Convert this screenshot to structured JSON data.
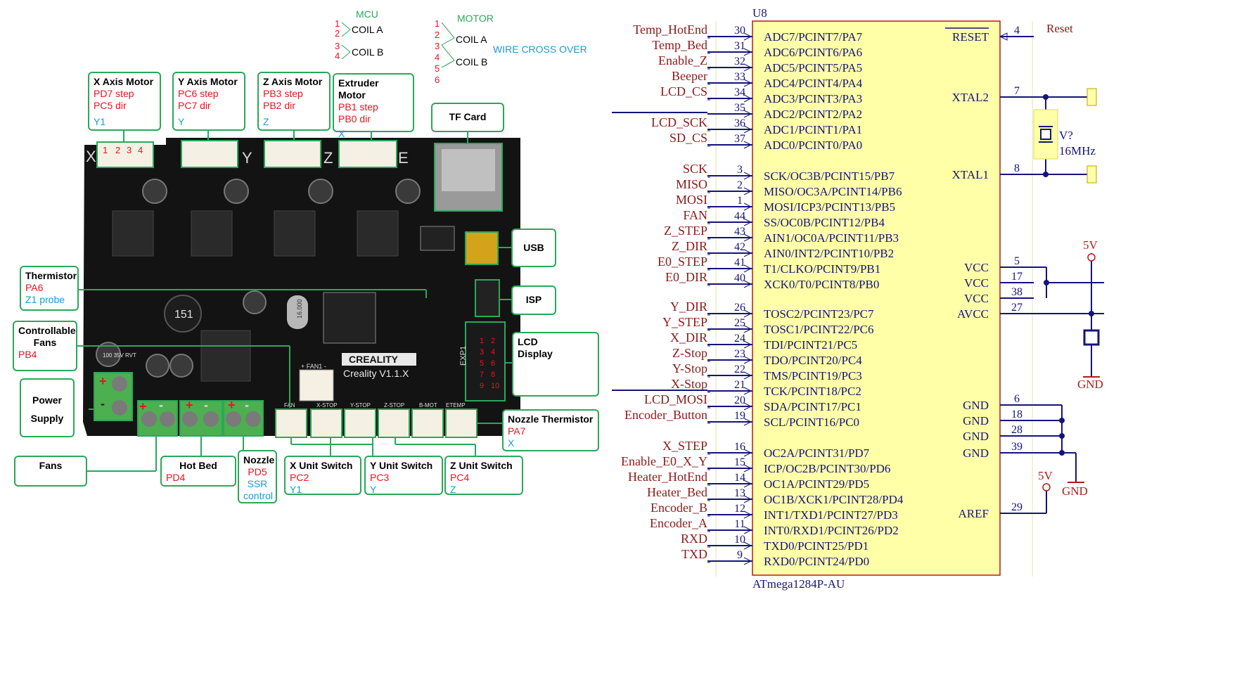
{
  "diagram": {
    "coil_notes": {
      "mcu_title": "MCU",
      "mcu_lines": [
        {
          "num": "1",
          "text": ""
        },
        {
          "num": "2",
          "text": "COIL A"
        },
        {
          "num": "3",
          "text": ""
        },
        {
          "num": "4",
          "text": "COIL B"
        }
      ],
      "motor_title": "MOTOR",
      "motor_lines": [
        {
          "num": "1",
          "text": ""
        },
        {
          "num": "2",
          "text": "COIL A"
        },
        {
          "num": "3",
          "text": ""
        },
        {
          "num": "4",
          "text": "COIL B"
        },
        {
          "num": "5",
          "text": ""
        },
        {
          "num": "6",
          "text": ""
        }
      ],
      "crossover_note": "WIRE CROSS OVER"
    },
    "callouts": {
      "x_motor": {
        "title": "X Axis Motor",
        "l1": "PD7 step",
        "l2": "PC5 dir",
        "l3": "Y1"
      },
      "y_motor": {
        "title": "Y Axis Motor",
        "l1": "PC6 step",
        "l2": "PC7 dir",
        "l3": "Y"
      },
      "z_motor": {
        "title": "Z Axis Motor",
        "l1": "PB3 step",
        "l2": "PB2 dir",
        "l3": "Z"
      },
      "e_motor": {
        "title": "Extruder Motor",
        "l1": "PB1 step",
        "l2": "PB0 dir",
        "l3": "X"
      },
      "tf_card": {
        "title": "TF Card"
      },
      "usb": {
        "title": "USB"
      },
      "isp": {
        "title": "ISP"
      },
      "lcd": {
        "title": "LCD Display"
      },
      "thermistor": {
        "title": "Thermistor",
        "l1": "PA6",
        "l2": "Z1 probe"
      },
      "ctrl_fans": {
        "title": "Controllable Fans",
        "l1": "PB4"
      },
      "power": {
        "title": "Power Supply"
      },
      "fans": {
        "title": "Fans"
      },
      "hotbed": {
        "title": "Hot Bed",
        "l1": "PD4"
      },
      "nozzle": {
        "title": "Nozzle",
        "l1": "PD5",
        "l2": "SSR",
        "l3": "control"
      },
      "x_switch": {
        "title": "X Unit Switch",
        "l1": "PC2",
        "l2": "Y1"
      },
      "y_switch": {
        "title": "Y Unit Switch",
        "l1": "PC3",
        "l2": "Y"
      },
      "z_switch": {
        "title": "Z Unit Switch",
        "l1": "PC4",
        "l2": "Z"
      },
      "nozzle_therm": {
        "title": "Nozzle Thermistor",
        "l1": "PA7",
        "l2": "X"
      }
    },
    "board": {
      "brand": "CREALITY",
      "version": "Creality V1.1.X",
      "axis_letters": [
        "X",
        "Y",
        "Z",
        "E"
      ],
      "x_pins": [
        "1",
        "2",
        "3",
        "4"
      ],
      "lcd_pins": [
        "1",
        "2",
        "3",
        "4",
        "5",
        "6",
        "7",
        "8",
        "9",
        "10"
      ],
      "inductor": "151",
      "crystal": "16.000",
      "cap_text": "100 35V RVT",
      "silk": {
        "fan": "FAN",
        "xstop": "X-STOP",
        "ystop": "Y-STOP",
        "zstop": "Z-STOP",
        "bmot": "B-MOT",
        "etemp": "ETEMP",
        "exp1": "EXP1",
        "fan1": "+ FAN1 -",
        "plus": "+",
        "minus": "-"
      }
    },
    "schematic": {
      "ref": "U8",
      "part": "ATmega1284P-AU",
      "left_pins": [
        {
          "net": "Temp_HotEnd",
          "num": "30",
          "func": "ADC7/PCINT7/PA7"
        },
        {
          "net": "Temp_Bed",
          "num": "31",
          "func": "ADC6/PCINT6/PA6"
        },
        {
          "net": "Enable_Z",
          "num": "32",
          "func": "ADC5/PCINT5/PA5"
        },
        {
          "net": "Beeper",
          "num": "33",
          "func": "ADC4/PCINT4/PA4"
        },
        {
          "net": "LCD_CS",
          "num": "34",
          "func": "ADC3/PCINT3/PA3"
        },
        {
          "net": "",
          "num": "35",
          "func": "ADC2/PCINT2/PA2"
        },
        {
          "net": "LCD_SCK",
          "num": "36",
          "func": "ADC1/PCINT1/PA1"
        },
        {
          "net": "SD_CS",
          "num": "37",
          "func": "ADC0/PCINT0/PA0"
        },
        {
          "net": "SCK",
          "num": "3",
          "func": "SCK/OC3B/PCINT15/PB7"
        },
        {
          "net": "MISO",
          "num": "2",
          "func": "MISO/OC3A/PCINT14/PB6"
        },
        {
          "net": "MOSI",
          "num": "1",
          "func": "MOSI/ICP3/PCINT13/PB5"
        },
        {
          "net": "FAN",
          "num": "44",
          "func": "SS/OC0B/PCINT12/PB4"
        },
        {
          "net": "Z_STEP",
          "num": "43",
          "func": "AIN1/OC0A/PCINT11/PB3"
        },
        {
          "net": "Z_DIR",
          "num": "42",
          "func": "AIN0/INT2/PCINT10/PB2"
        },
        {
          "net": "E0_STEP",
          "num": "41",
          "func": "T1/CLKO/PCINT9/PB1"
        },
        {
          "net": "E0_DIR",
          "num": "40",
          "func": "XCK0/T0/PCINT8/PB0"
        },
        {
          "net": "Y_DIR",
          "num": "26",
          "func": "TOSC2/PCINT23/PC7"
        },
        {
          "net": "Y_STEP",
          "num": "25",
          "func": "TOSC1/PCINT22/PC6"
        },
        {
          "net": "X_DIR",
          "num": "24",
          "func": "TDI/PCINT21/PC5"
        },
        {
          "net": "Z-Stop",
          "num": "23",
          "func": "TDO/PCINT20/PC4"
        },
        {
          "net": "Y-Stop",
          "num": "22",
          "func": "TMS/PCINT19/PC3"
        },
        {
          "net": "X-Stop",
          "num": "21",
          "func": "TCK/PCINT18/PC2"
        },
        {
          "net": "LCD_MOSI",
          "num": "20",
          "func": "SDA/PCINT17/PC1"
        },
        {
          "net": "Encoder_Button",
          "num": "19",
          "func": "SCL/PCINT16/PC0"
        },
        {
          "net": "X_STEP",
          "num": "16",
          "func": "OC2A/PCINT31/PD7"
        },
        {
          "net": "Enable_E0_X_Y",
          "num": "15",
          "func": "ICP/OC2B/PCINT30/PD6"
        },
        {
          "net": "Heater_HotEnd",
          "num": "14",
          "func": "OC1A/PCINT29/PD5"
        },
        {
          "net": "Heater_Bed",
          "num": "13",
          "func": "OC1B/XCK1/PCINT28/PD4"
        },
        {
          "net": "Encoder_B",
          "num": "12",
          "func": "INT1/TXD1/PCINT27/PD3"
        },
        {
          "net": "Encoder_A",
          "num": "11",
          "func": "INT0/RXD1/PCINT26/PD2"
        },
        {
          "net": "RXD",
          "num": "10",
          "func": "TXD0/PCINT25/PD1"
        },
        {
          "net": "TXD",
          "num": "9",
          "func": "RXD0/PCINT24/PD0"
        }
      ],
      "right_pins": [
        {
          "name": "RESET",
          "num": "4"
        },
        {
          "name": "XTAL2",
          "num": "7"
        },
        {
          "name": "XTAL1",
          "num": "8"
        },
        {
          "name": "VCC",
          "num": "5"
        },
        {
          "name": "VCC",
          "num": "17"
        },
        {
          "name": "VCC",
          "num": "38"
        },
        {
          "name": "AVCC",
          "num": "27"
        },
        {
          "name": "GND",
          "num": "6"
        },
        {
          "name": "GND",
          "num": "18"
        },
        {
          "name": "GND",
          "num": "28"
        },
        {
          "name": "GND",
          "num": "39"
        },
        {
          "name": "AREF",
          "num": "29"
        }
      ],
      "reset_net": "Reset",
      "crystal_ref": "V?",
      "crystal_freq": "16MHz",
      "v5": "5V",
      "gnd": "GND"
    },
    "colors": {
      "callout_border": "#2aa85a",
      "pin_red": "#e8141e",
      "axis_blue": "#1b9ad6",
      "board": "#131313",
      "chip_fill": "#ffffa8",
      "net_text": "#8b1a1a",
      "wire_blue": "#14147a"
    }
  }
}
